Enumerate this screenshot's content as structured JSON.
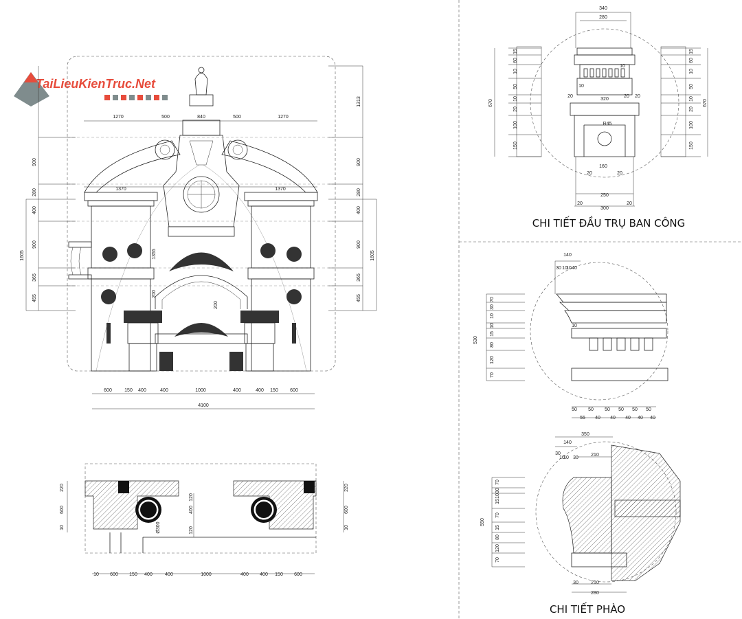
{
  "watermark": {
    "text": "TaiLieuKienTruc.Net",
    "accent_color": "#e74c3c",
    "swatches": [
      "#e74c3c",
      "#7f8c8d",
      "#e74c3c",
      "#7f8c8d",
      "#e74c3c",
      "#7f8c8d",
      "#e74c3c",
      "#7f8c8d"
    ]
  },
  "elevation": {
    "top_dims": [
      "1270",
      "500",
      "840",
      "500",
      "1270"
    ],
    "mid_dims": [
      "1370",
      "1370"
    ],
    "left_dims": [
      "900",
      "280",
      "400",
      "900",
      "365",
      "455"
    ],
    "left_total": "1605",
    "right_dims": [
      "1313",
      "900",
      "280",
      "400",
      "900",
      "365",
      "455"
    ],
    "right_total": "1605",
    "inner_dims": [
      "1355",
      "200",
      "200"
    ],
    "bottom_dims": [
      "600",
      "150",
      "400",
      "400",
      "1000",
      "400",
      "400",
      "150",
      "600"
    ],
    "bottom_total": "4100"
  },
  "plan": {
    "left_dims": [
      "220",
      "600",
      "10"
    ],
    "right_dims": [
      "220",
      "600",
      "10"
    ],
    "center_dims": [
      "120",
      "400",
      "120"
    ],
    "circle_dim": "Ø300",
    "bottom_dims": [
      "10",
      "600",
      "150",
      "400",
      "400",
      "1000",
      "400",
      "400",
      "150",
      "600"
    ]
  },
  "detail_capital": {
    "title": "CHI TIẾT ĐẦU TRỤ BAN CÔNG",
    "top_dims": [
      "340",
      "280"
    ],
    "left_dims": [
      "15",
      "60",
      "10",
      "50",
      "10",
      "20",
      "100",
      "150"
    ],
    "left_total": "670",
    "right_dims": [
      "15",
      "60",
      "10",
      "50",
      "10",
      "20",
      "100",
      "150"
    ],
    "right_total": "670",
    "inner_dims": [
      "10",
      "20",
      "20",
      "10",
      "320",
      "20",
      "160",
      "20",
      "20",
      "R45"
    ],
    "bottom_dims": [
      "250",
      "20",
      "300",
      "20"
    ]
  },
  "detail_cornice_1": {
    "top_dims": [
      "140",
      "30",
      "10",
      "10",
      "40"
    ],
    "left_dims": [
      "70",
      "30",
      "10",
      "10",
      "15",
      "80",
      "120",
      "70"
    ],
    "left_total": "530",
    "inner_dims": [
      "10"
    ],
    "bottom_dims": [
      "50",
      "50",
      "50",
      "50",
      "50",
      "50",
      "55",
      "40",
      "40",
      "40",
      "40",
      "40"
    ]
  },
  "detail_cornice_2": {
    "title": "CHI TIẾT PHÀO",
    "top_dims": [
      "350",
      "140",
      "30",
      "10",
      "10",
      "30",
      "210"
    ],
    "left_dims": [
      "70",
      "30",
      "10",
      "15",
      "70",
      "15",
      "80",
      "120",
      "70"
    ],
    "left_total": "550",
    "bottom_dims": [
      "30",
      "210",
      "280"
    ]
  }
}
